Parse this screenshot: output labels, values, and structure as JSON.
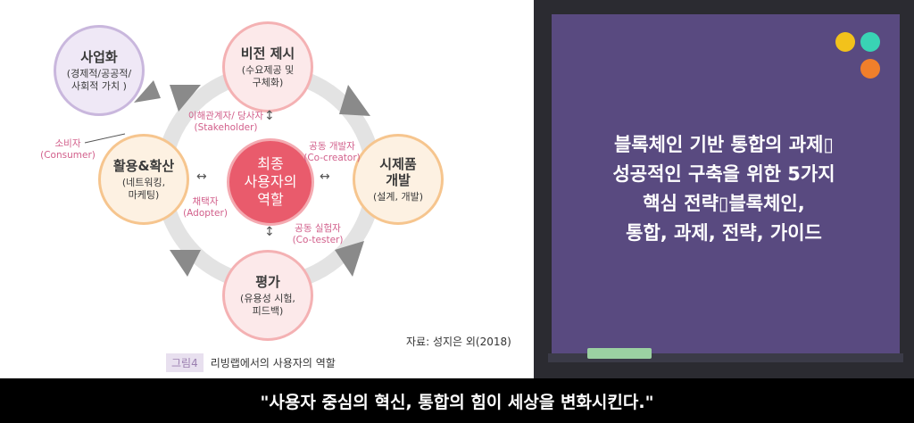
{
  "diagram": {
    "top": {
      "title": "비전 제시",
      "sub": "(수요제공 및\n구체화)"
    },
    "right": {
      "title": "시제품\n개발",
      "sub": "(설계, 개발)"
    },
    "bottom": {
      "title": "평가",
      "sub": "(유용성 시험,\n피드백)"
    },
    "left": {
      "title": "활용&확산",
      "sub": "(네트워킹,\n마케팅)"
    },
    "topleft": {
      "title": "사업화",
      "sub": "(경제적/공공적/\n사회적 가치 )"
    },
    "center": "최종\n사용자의\n역할",
    "labels": {
      "stakeholder": "이해관계자/ 당사자\n(Stakeholder)",
      "cocreator": "공동 개발자\n(Co-creator)",
      "adopter": "채택자\n(Adopter)",
      "cotester": "공동 실험자\n(Co-tester)",
      "consumer": "소비자\n(Consumer)"
    },
    "source": "자료: 성지은 외(2018)",
    "fig_num": "그림4",
    "fig_title": "리빙랩에서의 사용자의 역할"
  },
  "board": {
    "lines": [
      "블록체인 기반 통합의 과제▯",
      "성공적인 구축을 위한 5가지",
      "핵심 전략▯블록체인,",
      "통합, 과제, 전략, 가이드"
    ],
    "dot_colors": [
      "#f2c21b",
      "#39d3b4",
      "#f07f2b"
    ]
  },
  "caption": "\"사용자 중심의 혁신, 통합의 힘이 세상을 변화시킨다.\""
}
